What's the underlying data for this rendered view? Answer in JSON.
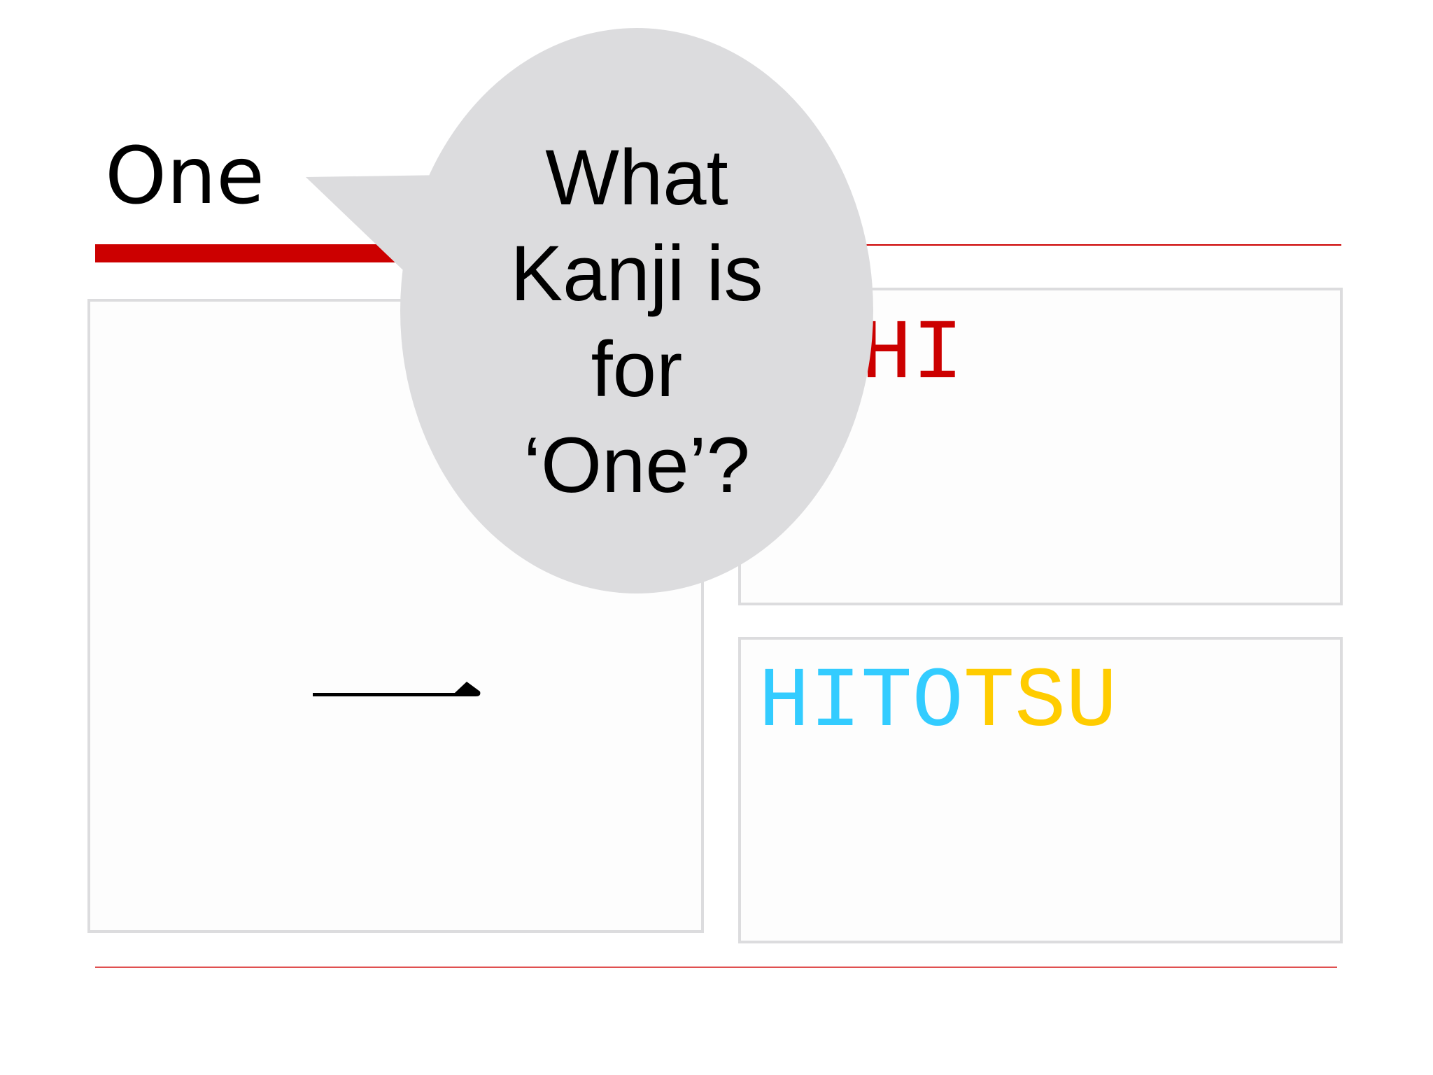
{
  "slide": {
    "title": "One",
    "kanji": "一",
    "reading_on": "ICHI",
    "reading_kun": {
      "part1": "HITO",
      "part2": "TSU"
    },
    "bubble": {
      "lines": [
        "What",
        "Kanji is",
        "for",
        "‘One’?"
      ]
    }
  },
  "colors": {
    "accent_red": "#cc0000",
    "cyan": "#33ccff",
    "yellow": "#ffcc00",
    "bubble_fill": "#dcdcde",
    "box_border": "#dcdcde"
  }
}
